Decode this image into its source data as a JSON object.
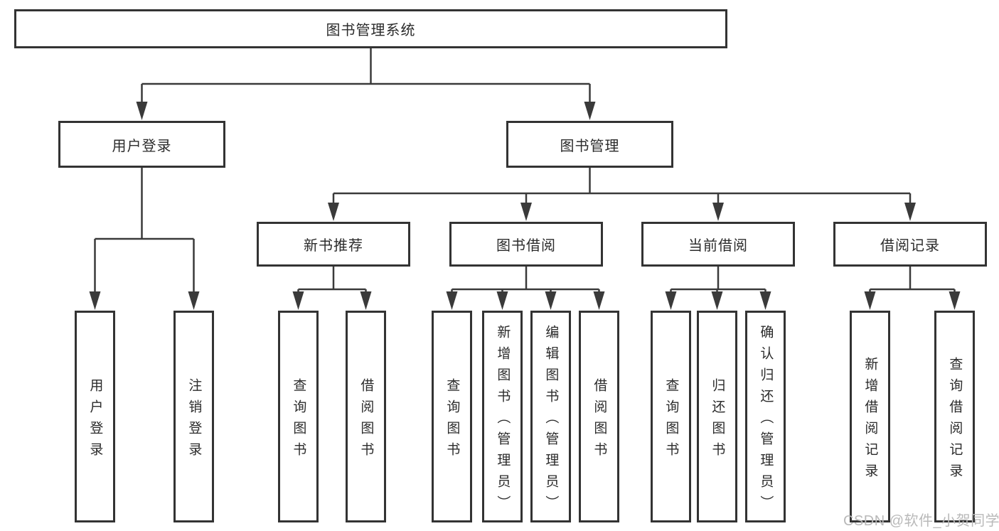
{
  "diagram_type": "hierarchy-tree",
  "hierarchy": {
    "label": "图书管理系统",
    "children": [
      {
        "label": "用户登录",
        "children": [
          {
            "label": "用户登录"
          },
          {
            "label": "注销登录"
          }
        ]
      },
      {
        "label": "图书管理",
        "children": [
          {
            "label": "新书推荐",
            "children": [
              {
                "label": "查询图书"
              },
              {
                "label": "借阅图书"
              }
            ]
          },
          {
            "label": "图书借阅",
            "children": [
              {
                "label": "查询图书"
              },
              {
                "label": "新增图书（管理员）"
              },
              {
                "label": "编辑图书（管理员）"
              },
              {
                "label": "借阅图书"
              }
            ]
          },
          {
            "label": "当前借阅",
            "children": [
              {
                "label": "查询图书"
              },
              {
                "label": "归还图书"
              },
              {
                "label": "确认归还（管理员）"
              }
            ]
          },
          {
            "label": "借阅记录",
            "children": [
              {
                "label": "新增借阅记录"
              },
              {
                "label": "查询借阅记录"
              }
            ]
          }
        ]
      }
    ]
  },
  "watermark": {
    "text": "CSDN @软件_小贺同学"
  },
  "colors": {
    "background": "#ffffff",
    "line": "#3a3a3a",
    "box_border": "#333333",
    "text": "#2b2b2b",
    "watermark": "#b9b9b9"
  }
}
